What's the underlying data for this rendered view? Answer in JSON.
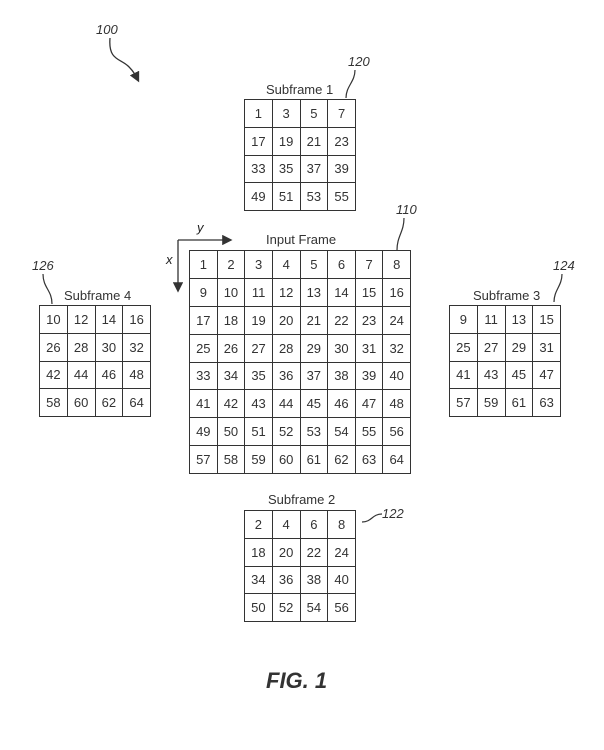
{
  "figure": {
    "ref_main": "100",
    "caption": "FIG. 1",
    "axis_x_label": "x",
    "axis_y_label": "y"
  },
  "input_frame": {
    "title": "Input Frame",
    "ref": "110",
    "rows": [
      [
        1,
        2,
        3,
        4,
        5,
        6,
        7,
        8
      ],
      [
        9,
        10,
        11,
        12,
        13,
        14,
        15,
        16
      ],
      [
        17,
        18,
        19,
        20,
        21,
        22,
        23,
        24
      ],
      [
        25,
        26,
        27,
        28,
        29,
        30,
        31,
        32
      ],
      [
        33,
        34,
        35,
        36,
        37,
        38,
        39,
        40
      ],
      [
        41,
        42,
        43,
        44,
        45,
        46,
        47,
        48
      ],
      [
        49,
        50,
        51,
        52,
        53,
        54,
        55,
        56
      ],
      [
        57,
        58,
        59,
        60,
        61,
        62,
        63,
        64
      ]
    ]
  },
  "subframes": [
    {
      "id": "sf1",
      "title": "Subframe 1",
      "ref": "120",
      "rows": [
        [
          1,
          3,
          5,
          7
        ],
        [
          17,
          19,
          21,
          23
        ],
        [
          33,
          35,
          37,
          39
        ],
        [
          49,
          51,
          53,
          55
        ]
      ]
    },
    {
      "id": "sf2",
      "title": "Subframe 2",
      "ref": "122",
      "rows": [
        [
          2,
          4,
          6,
          8
        ],
        [
          18,
          20,
          22,
          24
        ],
        [
          34,
          36,
          38,
          40
        ],
        [
          50,
          52,
          54,
          56
        ]
      ]
    },
    {
      "id": "sf3",
      "title": "Subframe 3",
      "ref": "124",
      "rows": [
        [
          9,
          11,
          13,
          15
        ],
        [
          25,
          27,
          29,
          31
        ],
        [
          41,
          43,
          45,
          47
        ],
        [
          57,
          59,
          61,
          63
        ]
      ]
    },
    {
      "id": "sf4",
      "title": "Subframe 4",
      "ref": "126",
      "rows": [
        [
          10,
          12,
          14,
          16
        ],
        [
          26,
          28,
          30,
          32
        ],
        [
          42,
          44,
          46,
          48
        ],
        [
          58,
          60,
          62,
          64
        ]
      ]
    }
  ]
}
